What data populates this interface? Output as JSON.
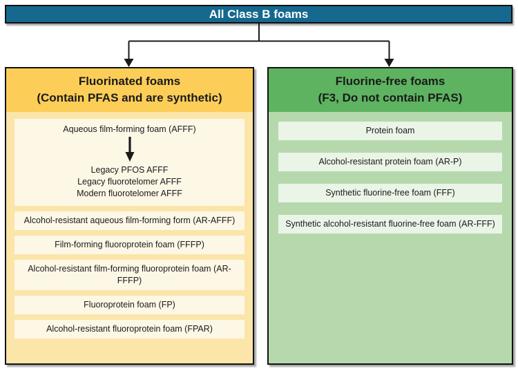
{
  "root": {
    "title": "All Class B foams"
  },
  "left_panel": {
    "header_line1": "Fluorinated foams",
    "header_line2": "(Contain PFAS and are synthetic)",
    "afff_group": {
      "top_label": "Aqueous film-forming foam (AFFF)",
      "arrow_icon": "down-arrow",
      "sub_items": [
        "Legacy PFOS AFFF",
        "Legacy fluorotelomer AFFF",
        "Modern fluorotelomer AFFF"
      ]
    },
    "items": [
      "Alcohol-resistant aqueous film-forming form (AR-AFFF)",
      "Film-forming fluoroprotein foam (FFFP)",
      "Alcohol-resistant film-forming fluoroprotein foam (AR-FFFP)",
      "Fluoroprotein foam (FP)",
      "Alcohol-resistant fluoroprotein foam (FPAR)"
    ]
  },
  "right_panel": {
    "header_line1": "Fluorine-free foams",
    "header_line2": "(F3, Do not contain PFAS)",
    "items": [
      "Protein foam",
      "Alcohol-resistant protein foam (AR-P)",
      "Synthetic fluorine-free foam (FFF)",
      "Synthetic alcohol-resistant fluorine-free foam (AR-FFF)"
    ]
  },
  "colors": {
    "root_bg": "#16688f",
    "root_text": "#ffffff",
    "left_header_bg": "#fcce58",
    "left_body_bg": "#fbe5a9",
    "left_item_bg": "#fdf7e6",
    "right_header_bg": "#5db360",
    "right_body_bg": "#b5d9ad",
    "right_item_bg": "#eaf4e7",
    "border": "#111111",
    "connector": "#1a1a1a"
  }
}
